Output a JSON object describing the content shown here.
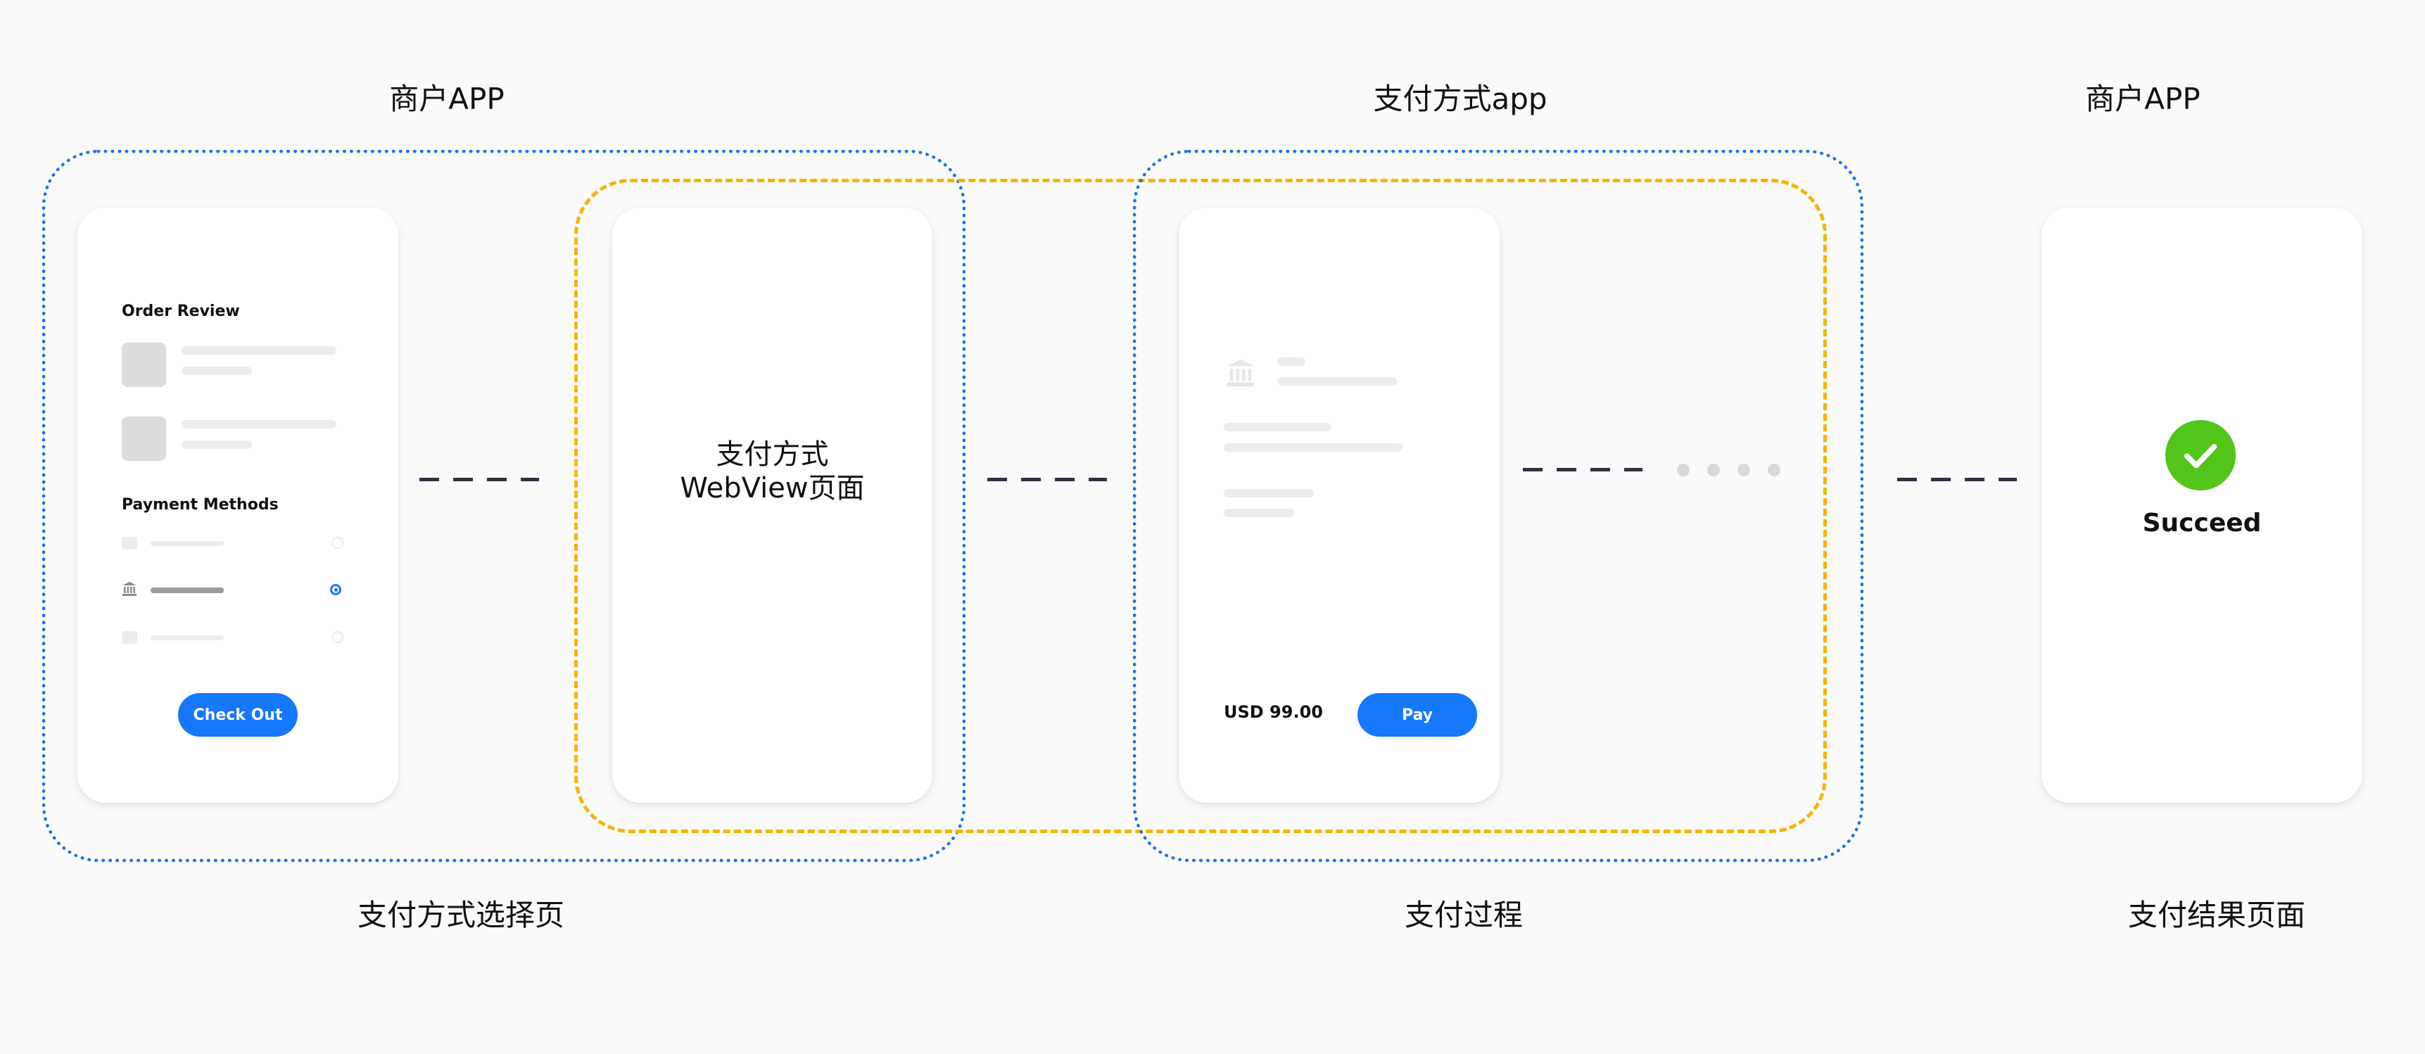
{
  "top_labels": {
    "merchant_app_left": "商户APP",
    "payment_method_app": "支付方式app",
    "merchant_app_right": "商户APP"
  },
  "bottom_labels": {
    "selection_page": "支付方式选择页",
    "payment_process": "支付过程",
    "result_page": "支付结果页面"
  },
  "checkout_screen": {
    "order_review_title": "Order Review",
    "payment_methods_title": "Payment Methods",
    "checkout_button": "Check Out"
  },
  "webview_screen": {
    "line1": "支付方式",
    "line2": "WebView页面"
  },
  "pay_screen": {
    "amount": "USD 99.00",
    "pay_button": "Pay"
  },
  "result_screen": {
    "status": "Succeed"
  },
  "colors": {
    "blue_region": "#1a73e8",
    "yellow_region": "#f5b400",
    "button_blue": "#1677ff",
    "success_green": "#52c41a"
  },
  "icons": [
    "bank-icon",
    "check-icon",
    "card-icon",
    "radio-icon"
  ]
}
